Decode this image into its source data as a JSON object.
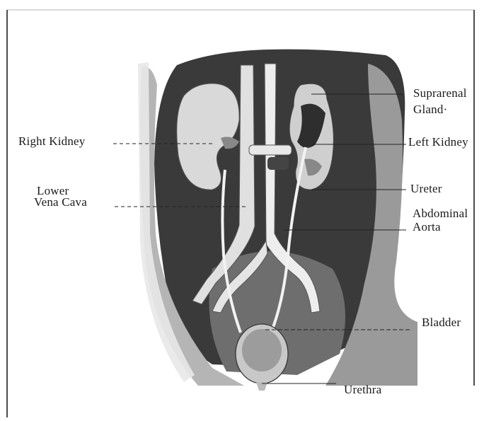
{
  "figure": {
    "labels_left": {
      "right_kidney": "Right Kidney",
      "lower": "Lower",
      "vena_cava": "Vena Cava"
    },
    "labels_right": {
      "suprarenal": "Suprarenal",
      "gland": "Gland·",
      "left_kidney": "Left Kidney",
      "ureter": "Ureter",
      "abdominal": "Abdominal",
      "aorta": "Aorta",
      "bladder": "Bladder"
    },
    "labels_bottom": {
      "urethra": "Urethra"
    }
  }
}
